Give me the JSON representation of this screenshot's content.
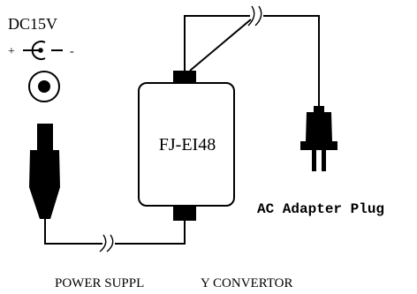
{
  "dc_voltage_label": "DC15V",
  "polarity_plus": "+",
  "polarity_minus": "-",
  "supply_model": "FJ-EI48",
  "ac_plug_label": "AC Adapter Plug",
  "caption_part1": "POWER SUPPL",
  "caption_part2": "Y CONVERTOR",
  "colors": {
    "ink": "#000000",
    "paper": "#ffffff"
  }
}
